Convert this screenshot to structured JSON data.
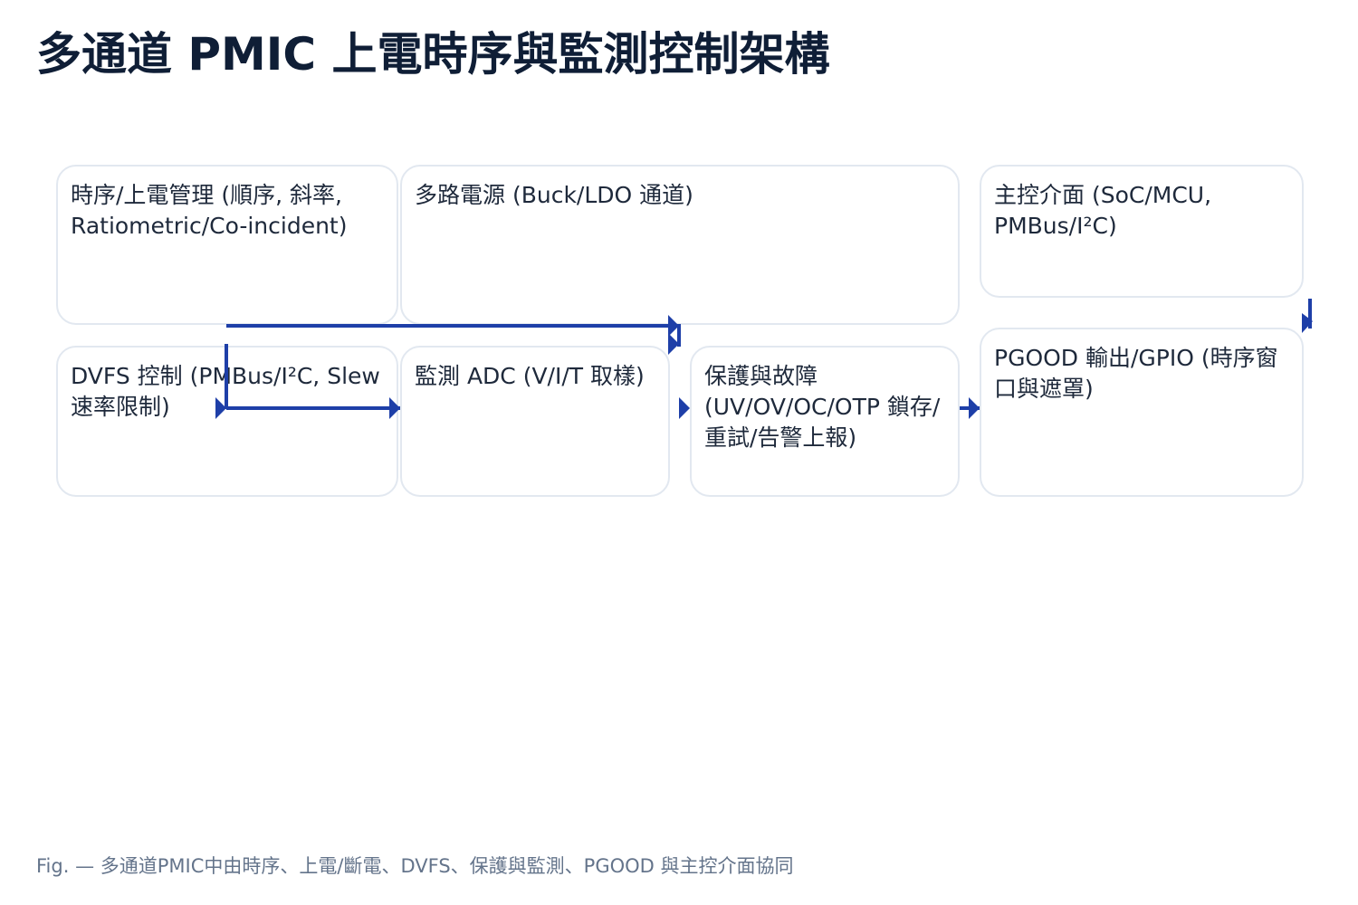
{
  "title": "多通道 PMIC 上電時序與監測控制架構",
  "nodes": {
    "sequencing": "時序/上電管理 (順序, 斜率, Ratiometric/Co-incident)",
    "rails": "多路電源 (Buck/LDO 通道)",
    "host": "主控介面 (SoC/MCU, PMBus/I²C)",
    "dvfs": "DVFS 控制 (PMBus/I²C, Slew 速率限制)",
    "adc": "監測 ADC (V/I/T 取樣)",
    "protection": "保護與故障 (UV/OV/OC/OTP 鎖存/重試/告警上報)",
    "pgood": "PGOOD 輸出/GPIO (時序窗口與遮罩)"
  },
  "colors": {
    "edge": "#1e3fa8",
    "border": "#e2e8f0",
    "title": "#0f1e36",
    "caption": "#64748b"
  },
  "caption": "Fig. — 多通道PMIC中由時序、上電/斷電、DVFS、保護與監測、PGOOD 與主控介面協同"
}
